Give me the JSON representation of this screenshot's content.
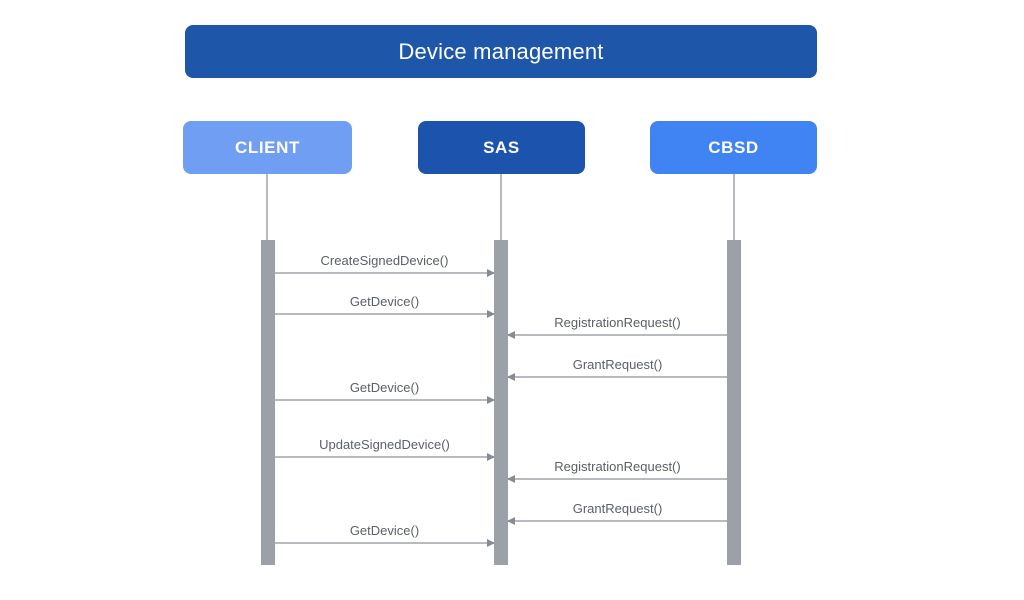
{
  "diagram": {
    "type": "sequence-diagram",
    "title": "Device management",
    "actors": [
      {
        "id": "client",
        "label": "CLIENT",
        "color": "#6F9EF3"
      },
      {
        "id": "sas",
        "label": "SAS",
        "color": "#1C54AD"
      },
      {
        "id": "cbsd",
        "label": "CBSD",
        "color": "#4083F3"
      }
    ],
    "messages": [
      {
        "label": "CreateSignedDevice()",
        "from": "CLIENT",
        "to": "SAS",
        "direction": "right"
      },
      {
        "label": "GetDevice()",
        "from": "CLIENT",
        "to": "SAS",
        "direction": "right"
      },
      {
        "label": "RegistrationRequest()",
        "from": "CBSD",
        "to": "SAS",
        "direction": "left"
      },
      {
        "label": "GrantRequest()",
        "from": "CBSD",
        "to": "SAS",
        "direction": "left"
      },
      {
        "label": "GetDevice()",
        "from": "CLIENT",
        "to": "SAS",
        "direction": "right"
      },
      {
        "label": "UpdateSignedDevice()",
        "from": "CLIENT",
        "to": "SAS",
        "direction": "right"
      },
      {
        "label": "RegistrationRequest()",
        "from": "CBSD",
        "to": "SAS",
        "direction": "left"
      },
      {
        "label": "GrantRequest()",
        "from": "CBSD",
        "to": "SAS",
        "direction": "left"
      },
      {
        "label": "GetDevice()",
        "from": "CLIENT",
        "to": "SAS",
        "direction": "right"
      }
    ],
    "colors": {
      "title_bg": "#1E56A9",
      "title_text": "#FFFFFF",
      "client_bg": "#6F9EF3",
      "sas_bg": "#1C54AD",
      "cbsd_bg": "#4083F3",
      "actor_text": "#FFFFFF",
      "lifeline": "#B6BABF",
      "activation_bar": "#9BA1A7",
      "arrow_line": "#B7BBC0",
      "arrow_head": "#878B90",
      "message_text": "#5B6066",
      "background": "#FFFFFF"
    }
  }
}
